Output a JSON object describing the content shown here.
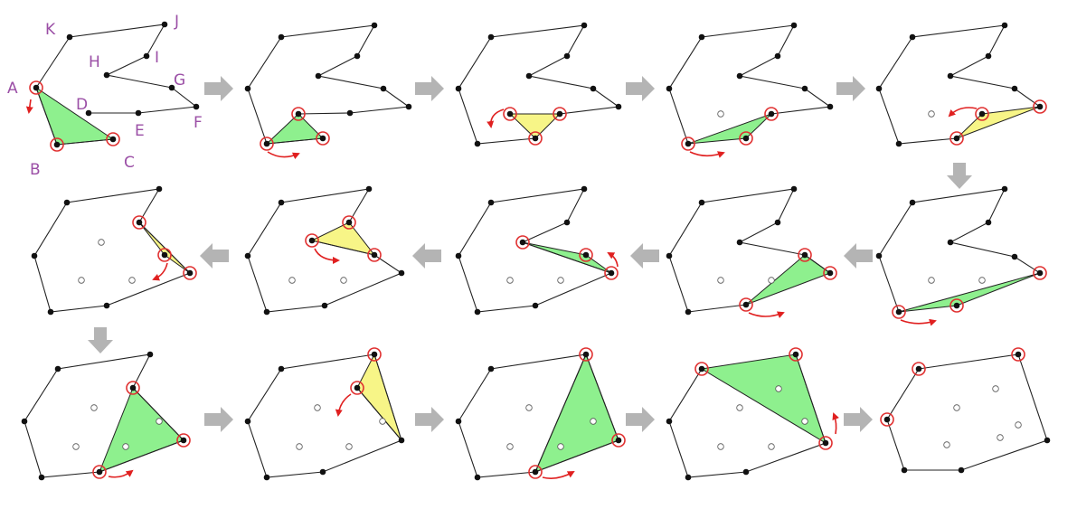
{
  "labels": {
    "A": "A",
    "B": "B",
    "C": "C",
    "D": "D",
    "E": "E",
    "F": "F",
    "G": "G",
    "H": "H",
    "I": "I",
    "J": "J",
    "K": "K"
  },
  "colors": {
    "green_fill": "#8ef08e",
    "yellow_fill": "#f7f587",
    "circle_red": "#e03030",
    "arrow_red": "#e02020",
    "step_arrow": "#b4b4b4",
    "label_purple": "#9b4fa6"
  },
  "panels_count": 15,
  "icons": [
    "vertex-dot",
    "highlight-circle",
    "rotation-arrow",
    "step-arrow"
  ]
}
